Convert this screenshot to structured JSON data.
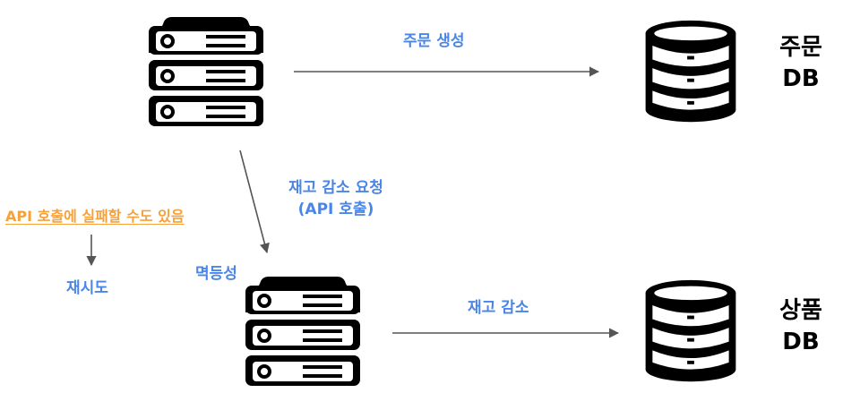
{
  "labels": {
    "create_order": "주문 생성",
    "stock_request_line1": "재고 감소 요청",
    "stock_request_line2": "(API 호출)",
    "api_fail": "API 호출에 실패할 수도 있음",
    "retry": "재시도",
    "idempotency": "멱등성",
    "decrease_stock": "재고 감소"
  },
  "databases": {
    "order_line1": "주문",
    "order_line2": "DB",
    "product_line1": "상품",
    "product_line2": "DB"
  },
  "colors": {
    "accent": "#4a86e8",
    "warning": "#f6a13a",
    "arrow": "#555555",
    "icon": "#000000"
  },
  "icons": {
    "order_server": "server-icon",
    "product_server": "server-icon",
    "order_db": "database-icon",
    "product_db": "database-icon"
  }
}
